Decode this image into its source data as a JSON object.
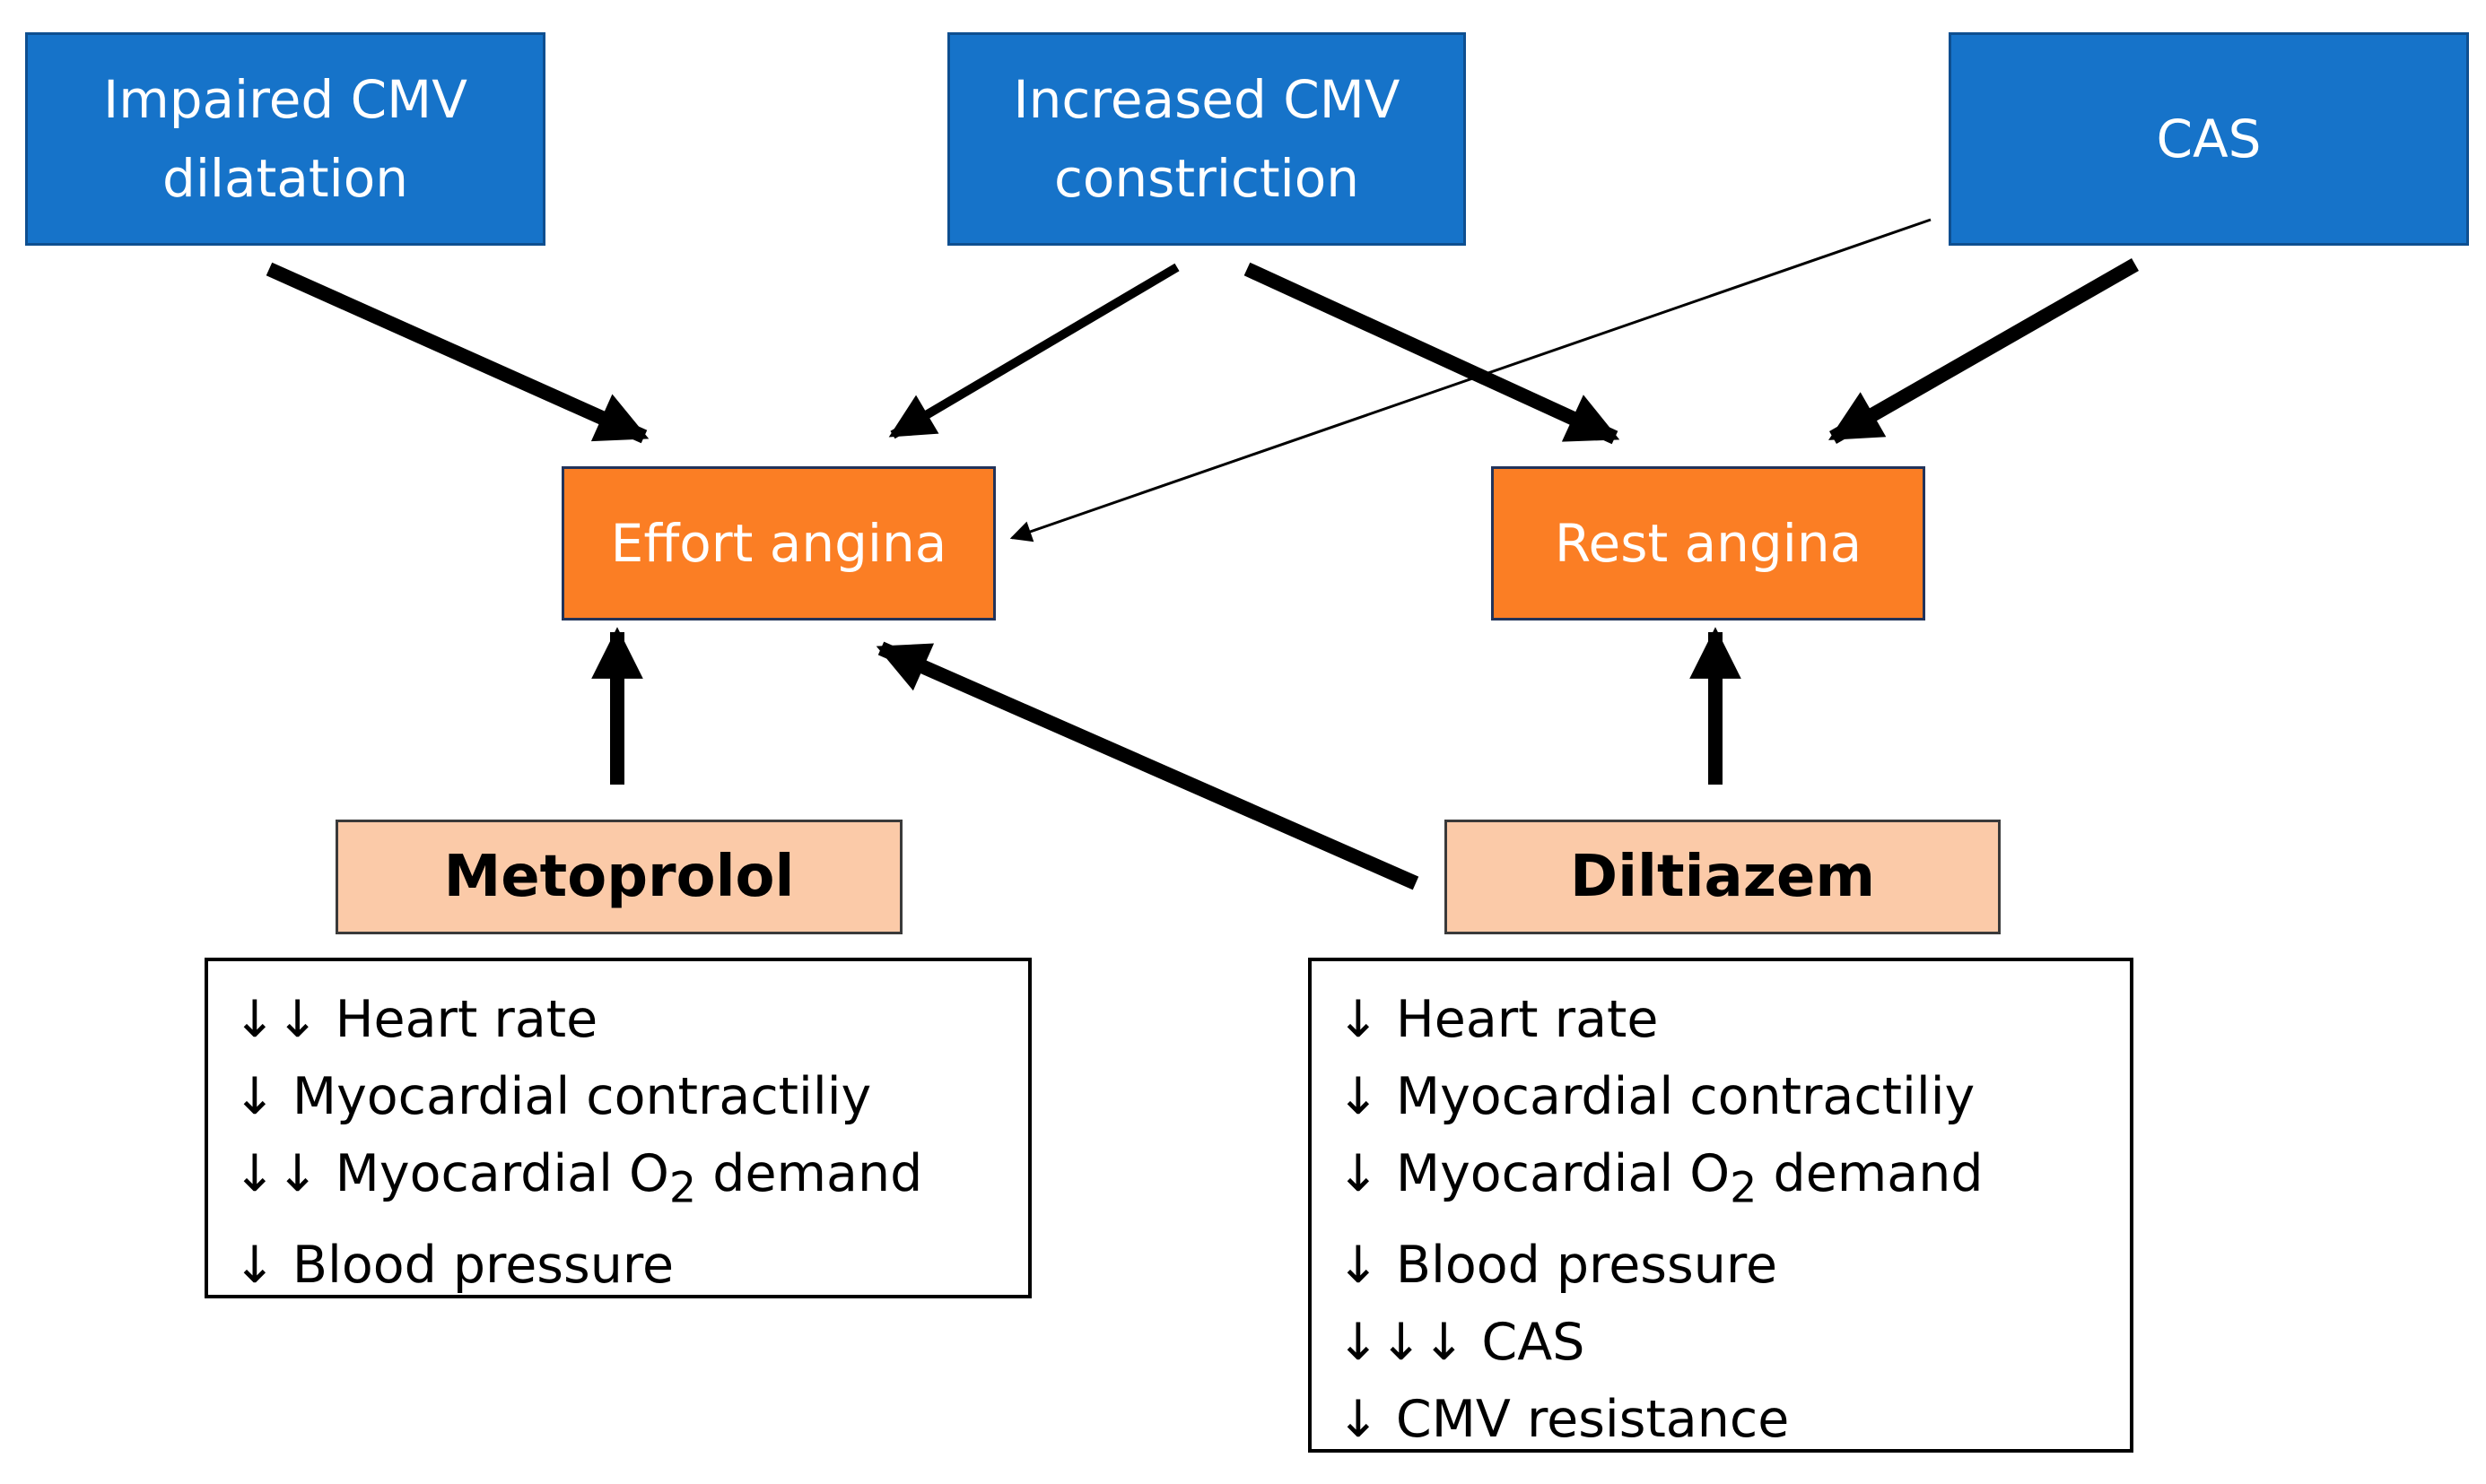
{
  "causes": {
    "impaired_cmv": [
      "Impaired CMV",
      "dilatation"
    ],
    "increased_cmv": [
      "Increased CMV",
      "constriction"
    ],
    "cas": "CAS"
  },
  "outcomes": {
    "effort_angina": "Effort angina",
    "rest_angina": "Rest angina"
  },
  "drugs": {
    "metoprolol": {
      "name": "Metoprolol",
      "effects": [
        {
          "arrows": "↓↓",
          "text": "Heart rate"
        },
        {
          "arrows": "↓",
          "text": "Myocardial contractiliy"
        },
        {
          "arrows": "↓↓",
          "text": "Myocardial O",
          "sub": "2",
          "after": " demand"
        },
        {
          "arrows": "↓",
          "text": "Blood pressure"
        }
      ]
    },
    "diltiazem": {
      "name": "Diltiazem",
      "effects": [
        {
          "arrows": "↓",
          "text": "Heart rate"
        },
        {
          "arrows": "↓",
          "text": "Myocardial contractiliy"
        },
        {
          "arrows": "↓",
          "text": "Myocardial O",
          "sub": "2",
          "after": " demand"
        },
        {
          "arrows": "↓",
          "text": "Blood pressure"
        },
        {
          "arrows": "↓↓↓",
          "text": "CAS"
        },
        {
          "arrows": "↓",
          "text": "CMV resistance"
        }
      ]
    }
  },
  "colors": {
    "cause_box": "#1673c9",
    "outcome_box": "#fb7e24",
    "drug_box": "#fbcaa8",
    "arrow": "#000000"
  }
}
